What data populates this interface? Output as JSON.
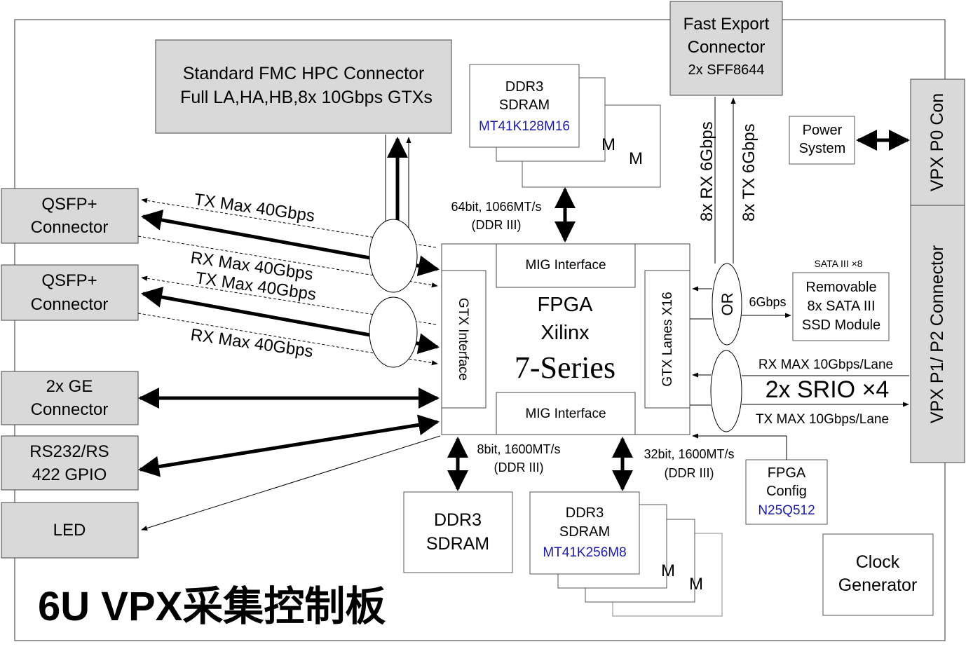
{
  "board": {
    "title": "6U VPX采集控制板"
  },
  "fpga": {
    "line1": "FPGA",
    "line2": "Xilinx",
    "line3": "7-Series",
    "mig_top": "MIG Interface",
    "mig_bottom": "MIG Interface",
    "gtx_interface": "GTX Interface",
    "gtx_lanes": "GTX Lanes X16"
  },
  "fmc": {
    "line1": "Standard FMC HPC Connector",
    "line2": "Full LA,HA,HB,8x 10Gbps GTXs"
  },
  "ddr_top": {
    "line1": "DDR3",
    "line2": "SDRAM",
    "part": "MT41K128M16",
    "behind1": "M",
    "behind2": "M",
    "bus1": "64bit, 1066MT/s",
    "bus2": "(DDR III)"
  },
  "ddr_bottom_left": {
    "line1": "DDR3",
    "line2": "SDRAM",
    "bus1": "8bit, 1600MT/s",
    "bus2": "(DDR III)"
  },
  "ddr_bottom_right": {
    "line1": "DDR3",
    "line2": "SDRAM",
    "part": "MT41K256M8",
    "behind1": "M",
    "behind2": "M",
    "bus1": "32bit, 1600MT/s",
    "bus2": "(DDR III)"
  },
  "fast_export": {
    "line1": "Fast Export",
    "line2": "Connector",
    "line3": "2x SFF8644",
    "rx": "8x RX  6Gbps",
    "tx": "8x TX  6Gbps"
  },
  "vpx": {
    "p0": "VPX P0 Con",
    "p1p2": "VPX P1/ P2 Connector"
  },
  "power": {
    "line1": "Power",
    "line2": "System"
  },
  "sata": {
    "caption": "SATA III ×8",
    "line1": "Removable",
    "line2": "8x SATA III",
    "line3": "SSD Module",
    "rate": "6Gbps"
  },
  "or_gate": {
    "label": "OR"
  },
  "srio": {
    "label": "2x SRIO ×4",
    "rx": "RX  MAX 10Gbps/Lane",
    "tx": "TX  MAX 10Gbps/Lane"
  },
  "fpga_config": {
    "line1": "FPGA",
    "line2": "Config",
    "part": "N25Q512"
  },
  "clock": {
    "line1": "Clock",
    "line2": "Generator"
  },
  "left_connectors": [
    {
      "line1": "QSFP+",
      "line2": "Connector"
    },
    {
      "line1": "QSFP+",
      "line2": "Connector"
    },
    {
      "line1": "2x GE",
      "line2": "Connector"
    },
    {
      "line1": "RS232/RS",
      "line2": "422 GPIO"
    },
    {
      "line1": "LED",
      "line2": ""
    }
  ],
  "qsfp_links": {
    "tx1": "TX  Max 40Gbps",
    "rx1": "RX  Max 40Gbps",
    "tx2": "TX  Max 40Gbps",
    "rx2": "RX  Max 40Gbps"
  },
  "colors": {
    "box_gray": "#d9d9d9",
    "part_blue": "#1a1aa6",
    "line": "#000000"
  }
}
